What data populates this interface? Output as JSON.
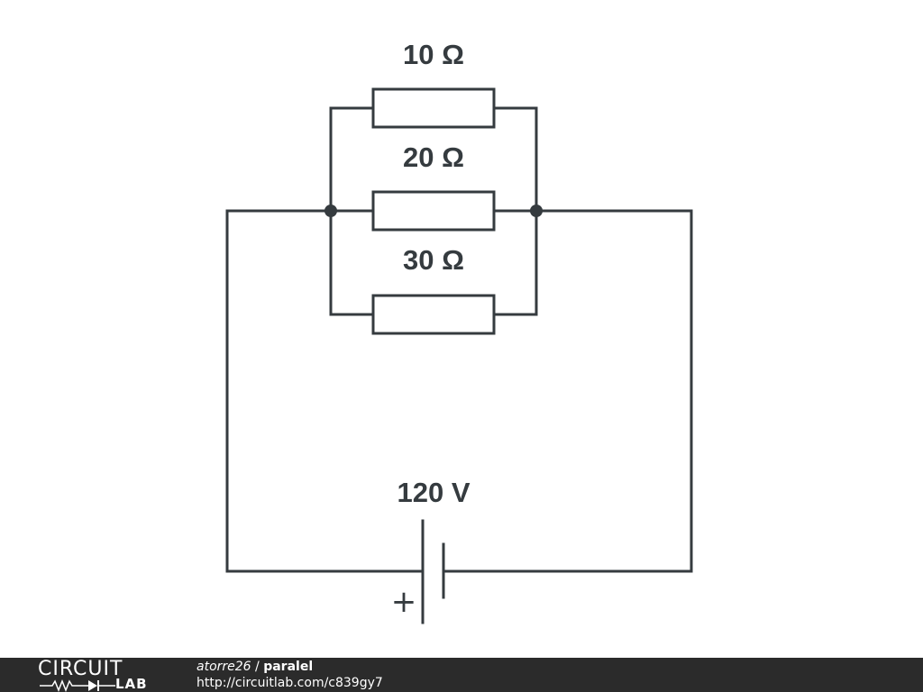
{
  "diagram": {
    "resistors": [
      {
        "label": "10 Ω"
      },
      {
        "label": "20 Ω"
      },
      {
        "label": "30 Ω"
      }
    ],
    "source": {
      "label": "120 V",
      "polarity": "+"
    }
  },
  "footer": {
    "logo_top": "CIRCUIT",
    "logo_bottom": "LAB",
    "author": "atorre26",
    "separator": " / ",
    "project": "paralel",
    "url": "http://circuitlab.com/c839gy7"
  },
  "colors": {
    "wire": "#353b3f",
    "footer_bg": "#2b2b2b"
  }
}
